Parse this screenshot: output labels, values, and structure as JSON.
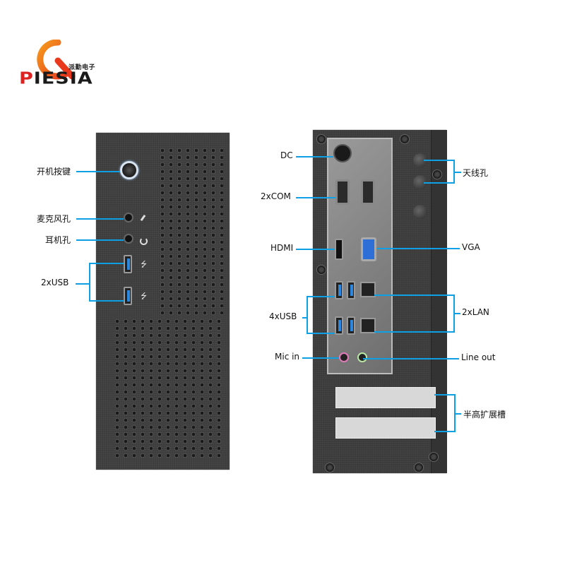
{
  "brand": {
    "name_prefix": "P",
    "name_rest": "IESIA",
    "subtitle": "派勤电子",
    "colors": {
      "primary": "#e8391d",
      "accent": "#f59a1b",
      "text": "#1a1a1a"
    }
  },
  "callout_color": "#0ea0e4",
  "front_panel": {
    "labels": {
      "power_button": "开机按键",
      "mic_jack": "麦克风孔",
      "headphone_jack": "耳机孔",
      "usb": "2xUSB"
    }
  },
  "rear_panel": {
    "labels": {
      "dc": "DC",
      "com": "2xCOM",
      "hdmi": "HDMI",
      "usb": "4xUSB",
      "mic_in": "Mic in",
      "antenna": "天线孔",
      "vga": "VGA",
      "lan": "2xLAN",
      "line_out": "Line out",
      "expansion": "半高扩展槽"
    }
  }
}
